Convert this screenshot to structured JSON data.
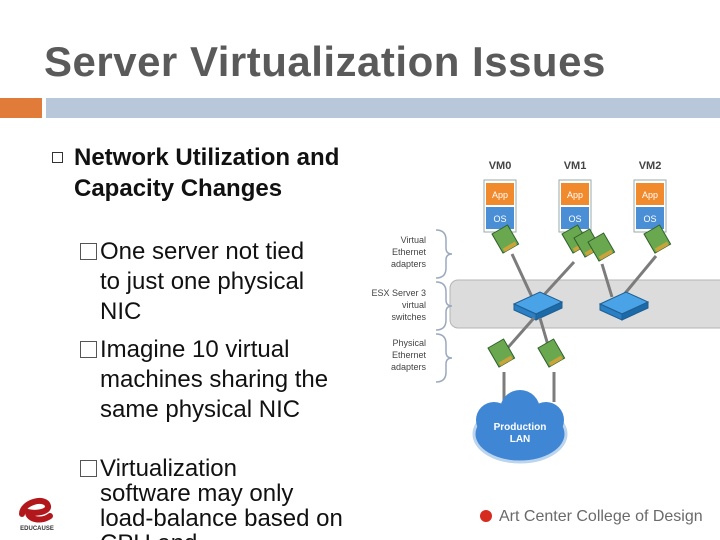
{
  "slide": {
    "title": "Server Virtualization Issues",
    "main_bullet": "Network Utilization and Capacity Changes",
    "sub_bullets": [
      {
        "first": "One server not tied",
        "rest": "to just one physical NIC"
      },
      {
        "first": "Imagine 10 virtual",
        "rest": "machines sharing the same physical NIC"
      },
      {
        "first": "Virtualization",
        "rest": "software may only load-balance based on CPU and"
      }
    ]
  },
  "diagram": {
    "vms": [
      "VM0",
      "VM1",
      "VM2"
    ],
    "app_label": "App",
    "os_label": "OS",
    "labels": {
      "virtual_adapters": [
        "Virtual",
        "Ethernet",
        "adapters"
      ],
      "switches": [
        "ESX Server 3",
        "virtual",
        "switches"
      ],
      "physical_adapters": [
        "Physical",
        "Ethernet",
        "adapters"
      ]
    },
    "lan": [
      "Production",
      "LAN"
    ],
    "colors": {
      "app": "#f08a2c",
      "os": "#4a8fd6",
      "switch_band": "#dcdcdc",
      "lan": "#3f86d4",
      "nic": "#6aa84f"
    }
  },
  "footer": {
    "brand": "Art Center College of Design",
    "logo_text": "EDUCAUSE",
    "brand_color": "#d62b1f"
  }
}
